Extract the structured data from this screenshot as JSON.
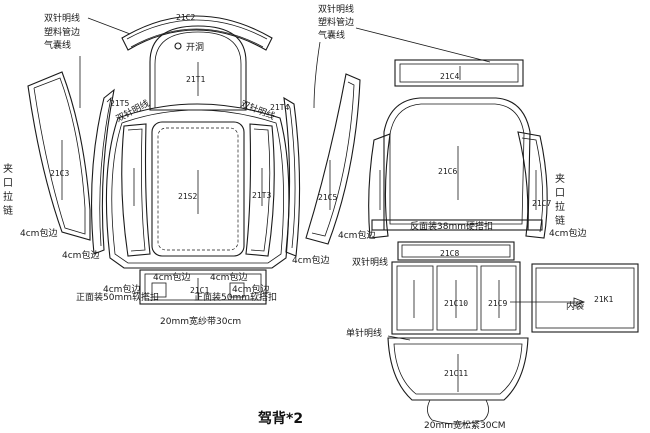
{
  "title": "驾背*2",
  "pieces": {
    "c2": "21C2",
    "t1": "21T1",
    "t5": "21T5",
    "t4": "21T4",
    "c3": "21C3",
    "s2": "21S2",
    "t3": "21T3",
    "c5": "21C5",
    "c1": "21C1",
    "c4": "21C4",
    "c6": "21C6",
    "c7": "21C7",
    "c8": "21C8",
    "c10": "21C10",
    "c9": "21C9",
    "k1": "21K1",
    "c11": "21C11"
  },
  "labels": {
    "double_stitch_left": "双针明线",
    "plastic_edge_left": "塑料管边",
    "airbag_left": "气囊线",
    "double_stitch_right": "双针明线",
    "plastic_edge_right": "塑料管边",
    "airbag_right": "气囊线",
    "opening": "开洞",
    "zip_left": [
      "夹",
      "口",
      "拉",
      "链"
    ],
    "zip_right": [
      "夹",
      "口",
      "拉",
      "链"
    ],
    "double_stitch_arc_left": "双针明线",
    "double_stitch_arc_right": "双针明线",
    "wrap_4cm_1": "4cm包边",
    "wrap_4cm_2": "4cm包边",
    "wrap_4cm_3": "4cm包边",
    "wrap_4cm_4": "4cm包边",
    "wrap_4cm_5": "4cm包边",
    "wrap_4cm_6": "4cm包边",
    "wrap_4cm_7": "4cm包边",
    "wrap_4cm_8": "4cm包边",
    "wrap_4cm_9": "4cm包边",
    "front_buckle_left": "正面装50mm软搭扣",
    "front_buckle_right": "正面装50mm软搭扣",
    "strap": "20mm宽纱带30cm",
    "back_buckle": "反面装38mm硬搭扣",
    "double_stitch_mid": "双针明线",
    "single_stitch": "单针明线",
    "inner_pocket": "内袋",
    "elastic": "20mm宽松紧30CM"
  }
}
